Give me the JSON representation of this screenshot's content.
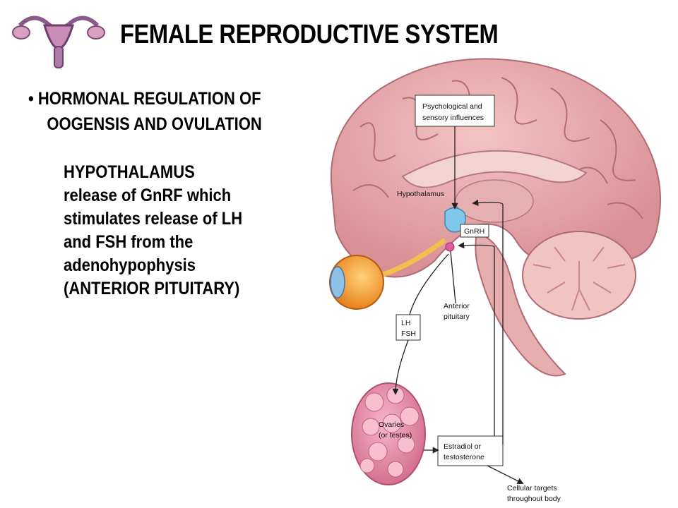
{
  "title": "FEMALE REPRODUCTIVE SYSTEM",
  "bullet": {
    "symbol": "•",
    "line1": "HORMONAL REGULATION OF",
    "line2": "OOGENSIS AND OVULATION"
  },
  "body_lines": [
    "HYPOTHALAMUS",
    "release of GnRF which",
    "stimulates release of LH",
    "and FSH from the",
    "adenohypophysis",
    "(ANTERIOR PITUITARY)"
  ],
  "diagram": {
    "box_psych_1": "Psychological and",
    "box_psych_2": "sensory influences",
    "hypothalamus": "Hypothalamus",
    "gnrh": "GnRH",
    "anterior_1": "Anterior",
    "anterior_2": "pituitary",
    "lh": "LH",
    "fsh": "FSH",
    "ovaries_1": "Ovaries",
    "ovaries_2": "(or testes)",
    "estradiol_1": "Estradiol or",
    "estradiol_2": "testosterone",
    "targets_1": "Cellular targets",
    "targets_2": "throughout body"
  },
  "colors": {
    "brain": "#e8a6a6",
    "brain_dark": "#c77b82",
    "ovary": "#e58ca8",
    "eye": "#f39a2a",
    "pituitary": "#7fc8ea"
  }
}
